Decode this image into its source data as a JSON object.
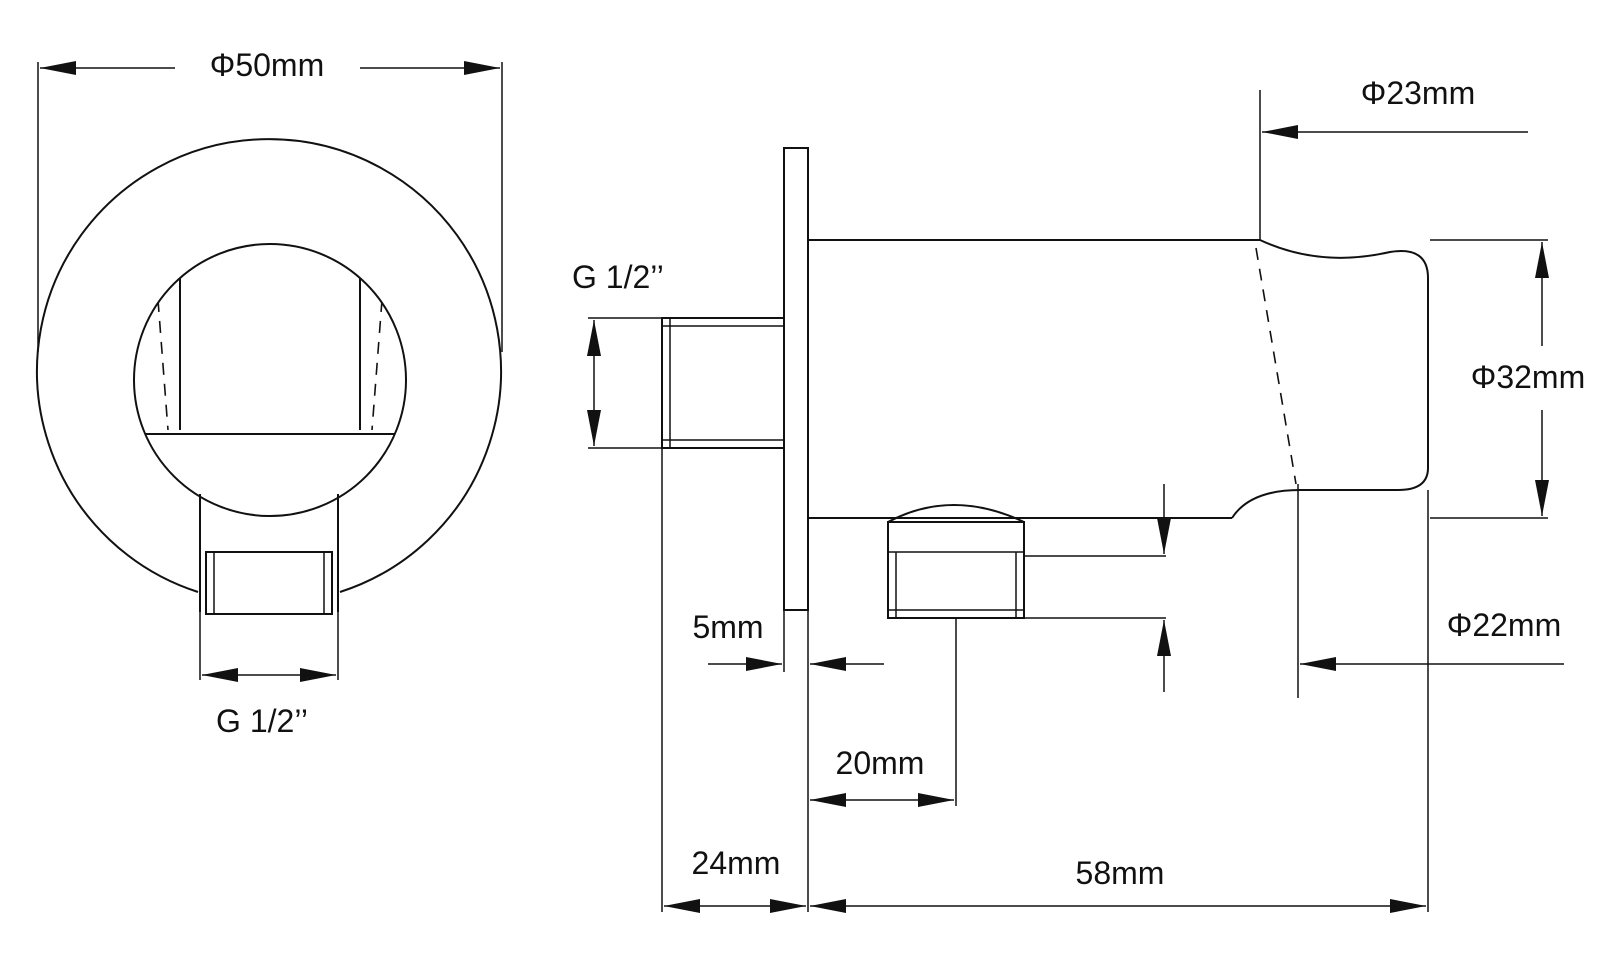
{
  "front_view": {
    "diameter_label": "Φ50mm",
    "thread_label": "G 1/2’’"
  },
  "side_view": {
    "thread_label": "G 1/2’’",
    "outlet_diameter_top": "Φ23mm",
    "body_diameter": "Φ32mm",
    "outlet_diameter_bottom": "Φ22mm",
    "flange_thickness": "5mm",
    "outlet_offset": "20mm",
    "thread_length": "24mm",
    "body_length": "58mm"
  },
  "colors": {
    "line": "#111111",
    "background": "#ffffff"
  }
}
